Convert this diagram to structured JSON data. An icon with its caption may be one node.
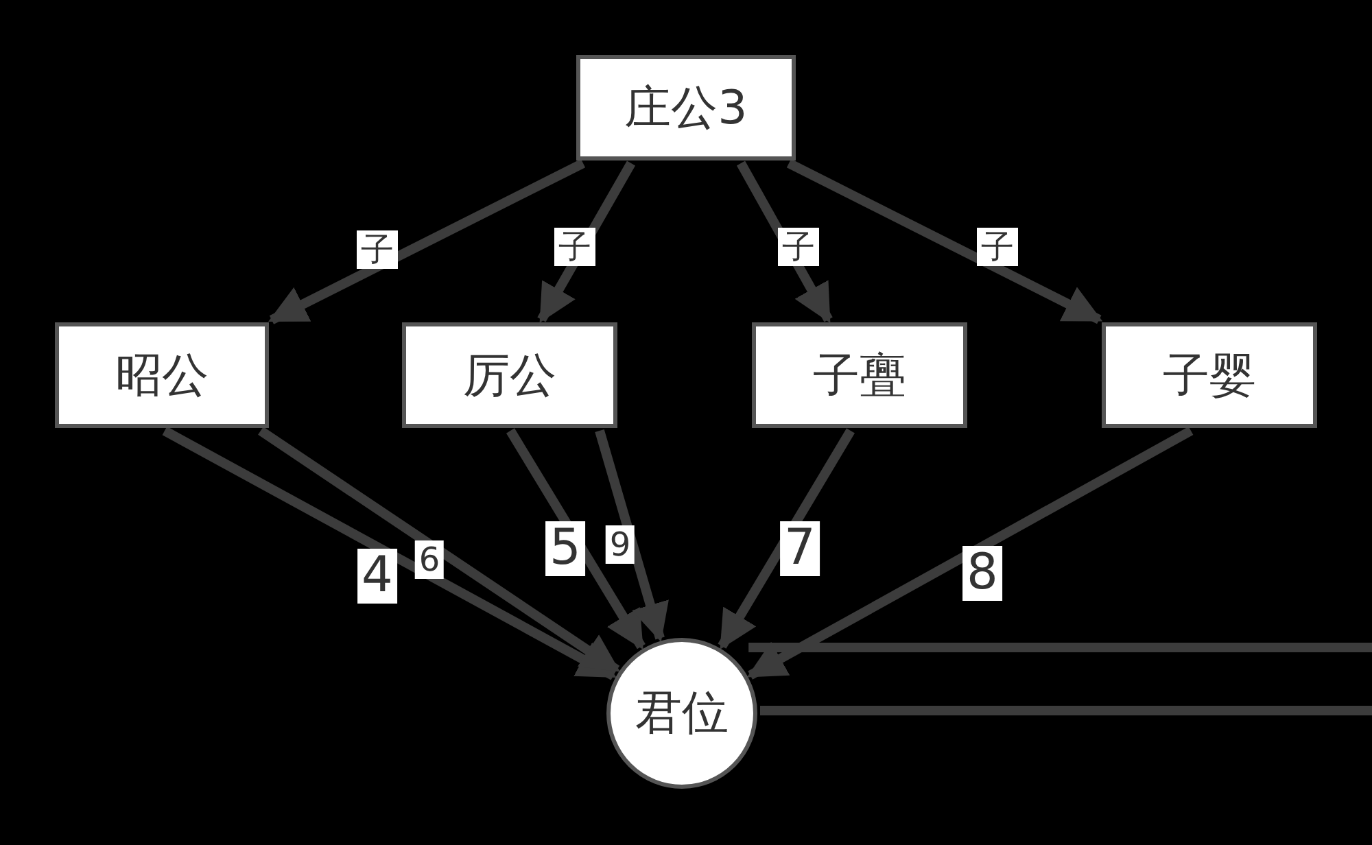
{
  "diagram": {
    "nodes": [
      {
        "text": [
          "庄公3"
        ]
      },
      {
        "text": [
          "昭公"
        ]
      },
      {
        "text": [
          "厉公"
        ]
      },
      {
        "text": [
          "子亹"
        ]
      },
      {
        "text": [
          "子婴"
        ]
      },
      {
        "text": [
          "君位"
        ]
      }
    ],
    "edges": [
      {
        "from": 0,
        "to": 1,
        "arrow": "to",
        "label": "子"
      },
      {
        "from": 0,
        "to": 2,
        "arrow": "to",
        "label": "子"
      },
      {
        "from": 0,
        "to": 3,
        "arrow": "to",
        "label": "子"
      },
      {
        "from": 0,
        "to": 4,
        "arrow": "to",
        "label": "子"
      },
      {
        "from": 1,
        "to": 5,
        "arrow": "to",
        "label": "4"
      },
      {
        "from": 1,
        "to": 5,
        "arrow": "to",
        "label": "6"
      },
      {
        "from": 2,
        "to": 5,
        "arrow": "to",
        "label": "5"
      },
      {
        "from": 2,
        "to": 5,
        "arrow": "to",
        "label": "9"
      },
      {
        "from": 3,
        "to": 5,
        "arrow": "to",
        "label": "7"
      },
      {
        "from": 4,
        "to": 5,
        "arrow": "to",
        "label": "8"
      },
      {
        "from": 5,
        "to": null,
        "arrow": "none"
      },
      {
        "from": 5,
        "to": null,
        "arrow": "none"
      }
    ]
  }
}
